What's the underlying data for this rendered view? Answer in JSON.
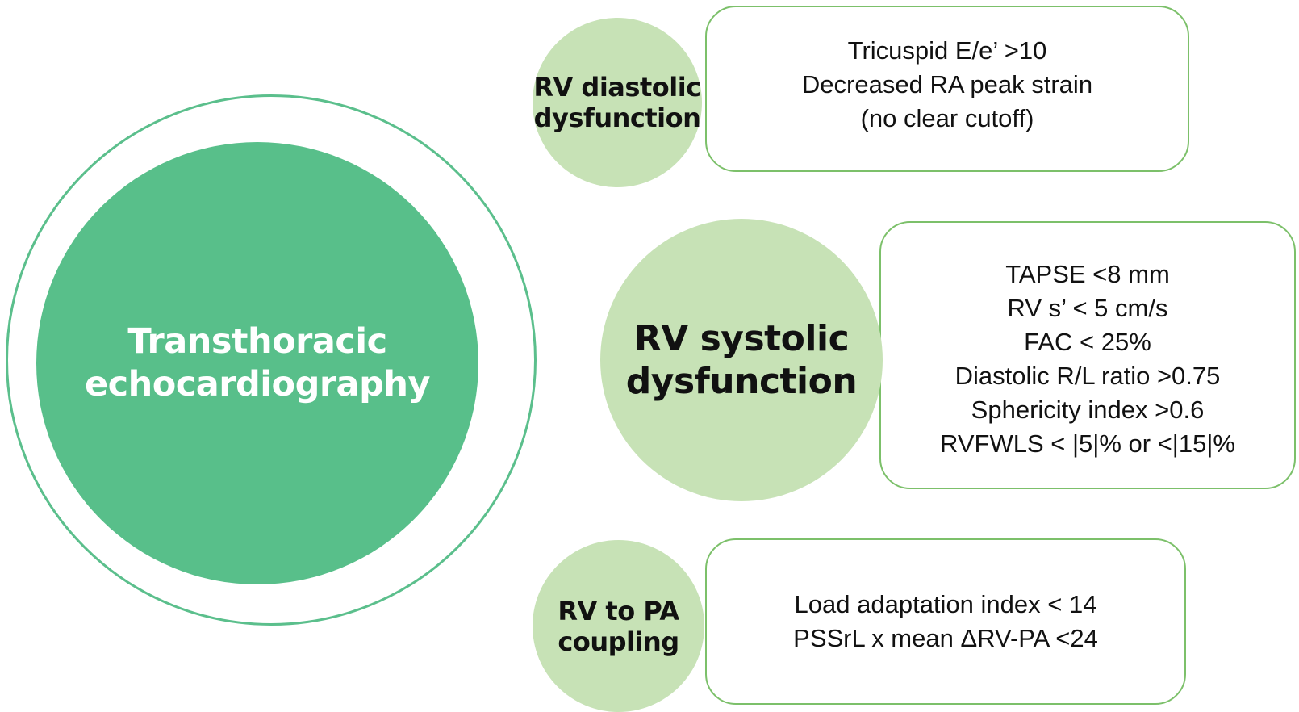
{
  "main": {
    "title": "Transthoracic\nechocardiography"
  },
  "categories": [
    {
      "label": "RV diastolic\ndysfunction",
      "criteria": [
        "Tricuspid E/e’ >10",
        "Decreased RA peak strain",
        "(no clear cutoff)"
      ]
    },
    {
      "label": "RV systolic\ndysfunction",
      "criteria": [
        "TAPSE <8 mm",
        "RV s’ < 5 cm/s",
        "FAC < 25%",
        "Diastolic R/L ratio >0.75",
        "Sphericity index >0.6",
        "RVFWLS < |5|% or <|15|%"
      ]
    },
    {
      "label": "RV to PA\ncoupling",
      "criteria": [
        "Load adaptation index < 14",
        "PSSrL x mean ΔRV-PA <24"
      ]
    }
  ],
  "colors": {
    "main_green": "#58bf8a",
    "light_green": "#c7e2b6",
    "box_border": "#7cc06a"
  }
}
